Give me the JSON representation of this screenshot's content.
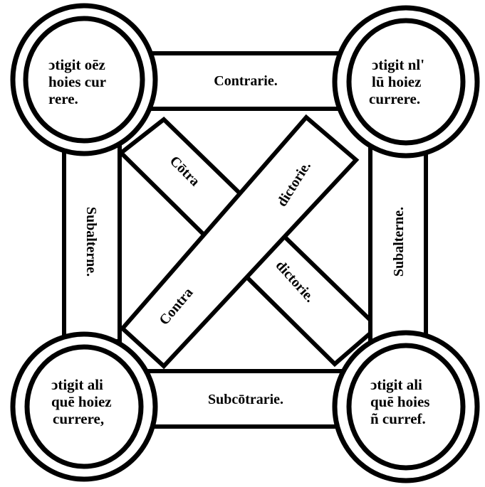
{
  "propositions": {
    "top_left": [
      "ↄtigit oēz",
      "hoies cur",
      "rere."
    ],
    "top_right": [
      "ↄtigit nl'",
      "lū hoiez",
      "currere."
    ],
    "bottom_left": [
      "ↄtigit ali",
      "quē hoiez",
      "currere,"
    ],
    "bottom_right": [
      "ↄtigit ali",
      "quē hoies",
      "ñ curref."
    ]
  },
  "relations": {
    "top": "Contrarie.",
    "bottom": "Subcōtrarie.",
    "left": "Subalterne.",
    "right": "Subalterne.",
    "diag1_a": "Cōtra",
    "diag1_b": "dictorie.",
    "diag2_a": "Contra",
    "diag2_b": "dictorie."
  }
}
